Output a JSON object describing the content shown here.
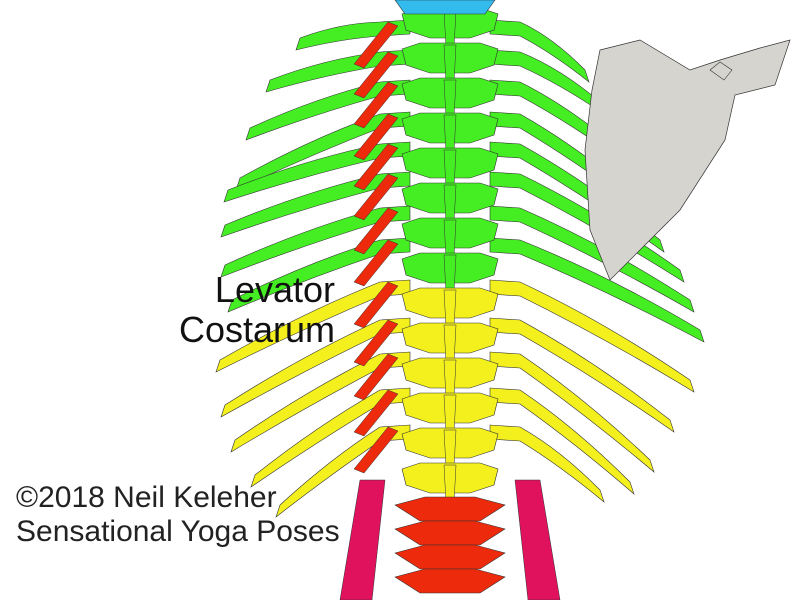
{
  "label": {
    "line1": "Levator",
    "line2": "Costarum"
  },
  "credit": {
    "line1": "©2018 Neil Keleher",
    "line2": "Sensational Yoga Poses"
  },
  "colors": {
    "background": "#ffffff",
    "cervical": "#33bbee",
    "thoracic_upper": "#44ee22",
    "thoracic_lower": "#f4f01e",
    "lumbar": "#ee2a0c",
    "levator_costarum": "#ee2a0c",
    "side_muscle": "#e0125e",
    "scapula": "#d6d4cf",
    "outline": "#333333"
  },
  "icons": [
    "spine",
    "ribs",
    "scapula",
    "levator-costarum-muscles"
  ]
}
